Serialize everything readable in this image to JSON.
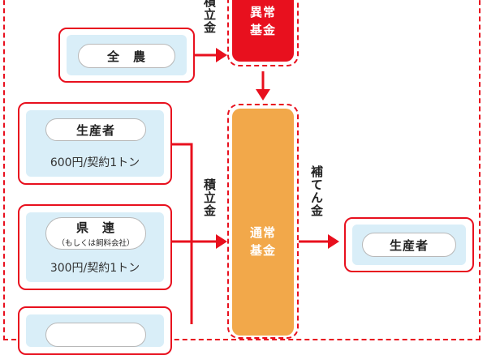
{
  "zennoh": {
    "label": "全　農"
  },
  "special_fund": {
    "line1": "異常",
    "line2": "基金"
  },
  "normal_fund": {
    "line1": "通常",
    "line2": "基金"
  },
  "producer": {
    "label": "生産者",
    "price": "600円/契約1トン"
  },
  "prefecture": {
    "label": "県　連",
    "sub": "（もしくは飼料会社）",
    "price": "300円/契約1トン"
  },
  "recipient": {
    "label": "生産者"
  },
  "labels": {
    "reserve_top": "積立金",
    "reserve_mid": "積立金",
    "compensation": "補てん金"
  },
  "colors": {
    "accent": "#e8101e",
    "special_fund": "#e8101e",
    "normal_fund": "#f2a84a",
    "inner_box": "#d9eef8"
  }
}
